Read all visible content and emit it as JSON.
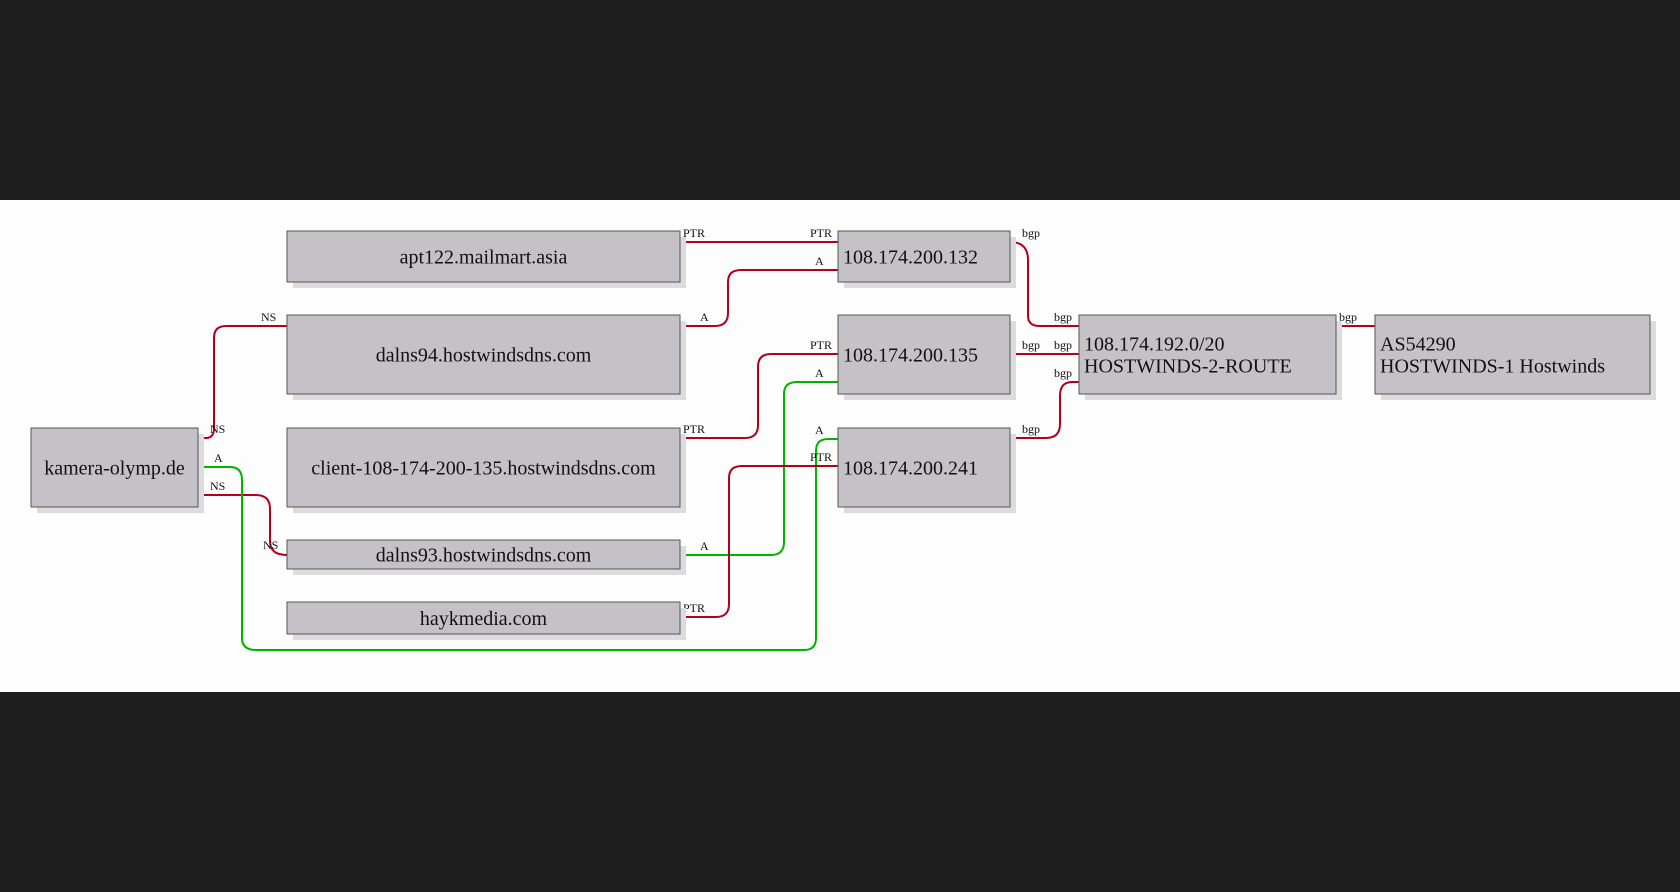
{
  "diagram": {
    "nodes": [
      {
        "id": "kamera",
        "lines": [
          "kamera-olymp.de"
        ]
      },
      {
        "id": "apt122",
        "lines": [
          "apt122.mailmart.asia"
        ]
      },
      {
        "id": "dalns94",
        "lines": [
          "dalns94.hostwindsdns.com"
        ]
      },
      {
        "id": "client135",
        "lines": [
          "client-108-174-200-135.hostwindsdns.com"
        ]
      },
      {
        "id": "dalns93",
        "lines": [
          "dalns93.hostwindsdns.com"
        ]
      },
      {
        "id": "haykmedia",
        "lines": [
          "haykmedia.com"
        ]
      },
      {
        "id": "ip132",
        "lines": [
          "108.174.200.132"
        ]
      },
      {
        "id": "ip135",
        "lines": [
          "108.174.200.135"
        ]
      },
      {
        "id": "ip241",
        "lines": [
          "108.174.200.241"
        ]
      },
      {
        "id": "route",
        "lines": [
          "108.174.192.0/20",
          "HOSTWINDS-2-ROUTE"
        ]
      },
      {
        "id": "as",
        "lines": [
          "AS54290",
          "HOSTWINDS-1 Hostwinds"
        ]
      }
    ],
    "edges": [
      {
        "from": "kamera",
        "to": "dalns94",
        "color": "red",
        "tail_label": "NS",
        "head_label": "NS"
      },
      {
        "from": "kamera",
        "to": "dalns93",
        "color": "red",
        "tail_label": "NS",
        "head_label": "NS"
      },
      {
        "from": "kamera",
        "to": "ip241",
        "color": "green",
        "tail_label": "A",
        "head_label": "A"
      },
      {
        "from": "apt122",
        "to": "ip132",
        "color": "red",
        "tail_label": "PTR",
        "head_label": "PTR"
      },
      {
        "from": "dalns94",
        "to": "ip132",
        "color": "red",
        "tail_label": "A",
        "head_label": "A"
      },
      {
        "from": "client135",
        "to": "ip135",
        "color": "red",
        "tail_label": "PTR",
        "head_label": "PTR"
      },
      {
        "from": "dalns93",
        "to": "ip135",
        "color": "green",
        "tail_label": "A",
        "head_label": "A"
      },
      {
        "from": "haykmedia",
        "to": "ip241",
        "color": "red",
        "tail_label": "PTR",
        "head_label": "PTR"
      },
      {
        "from": "ip132",
        "to": "route",
        "color": "red",
        "tail_label": "bgp",
        "head_label": "bgp"
      },
      {
        "from": "ip135",
        "to": "route",
        "color": "red",
        "tail_label": "bgp",
        "head_label": "bgp"
      },
      {
        "from": "ip241",
        "to": "route",
        "color": "red",
        "tail_label": "bgp",
        "head_label": "bgp"
      },
      {
        "from": "route",
        "to": "as",
        "color": "red",
        "tail_label": "bgp",
        "head_label": ""
      }
    ],
    "colors": {
      "red_edge": "#b3001b",
      "green_edge": "#00b300",
      "node_fill": "#c4c2c6"
    }
  }
}
